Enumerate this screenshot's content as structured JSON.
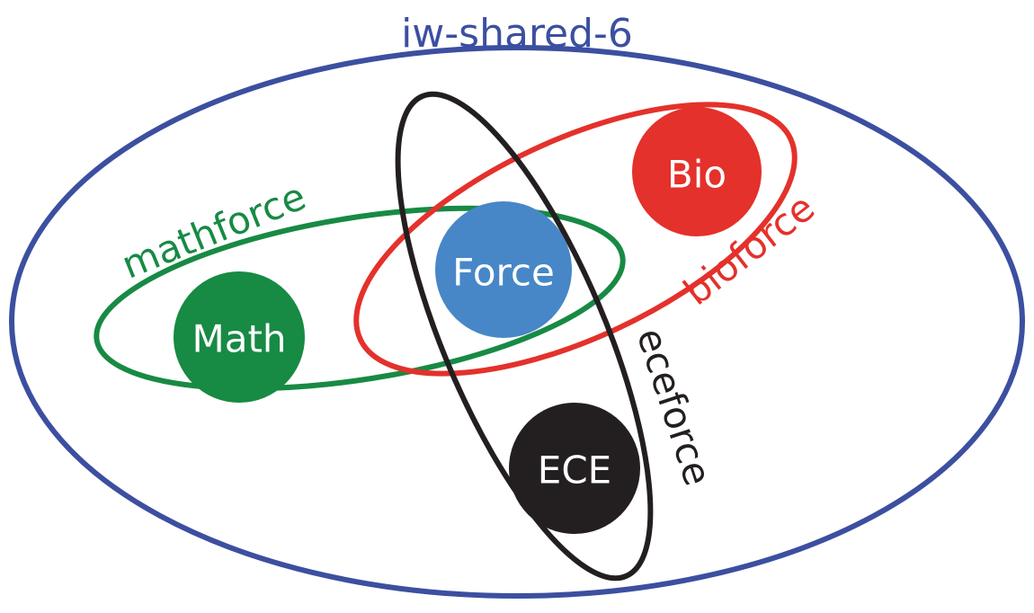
{
  "title": "iw-shared-6",
  "colors": {
    "shared": "#3c4fa0",
    "math": "#178a44",
    "bio": "#e4312b",
    "ece": "#231f20",
    "force": "#4787c7",
    "node_text": "#ffffff"
  },
  "groups": {
    "shared": {
      "label": "iw-shared-6"
    },
    "math": {
      "label": "mathforce"
    },
    "bio": {
      "label": "bioforce"
    },
    "ece": {
      "label": "eceforce"
    }
  },
  "nodes": {
    "math": {
      "label": "Math"
    },
    "force": {
      "label": "Force"
    },
    "bio": {
      "label": "Bio"
    },
    "ece": {
      "label": "ECE"
    }
  }
}
